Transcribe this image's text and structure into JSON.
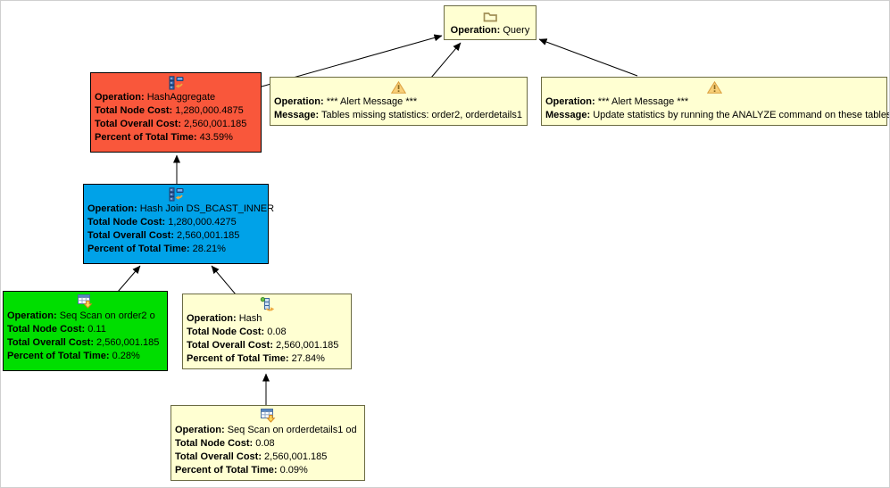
{
  "window": {
    "background": "#ffffff",
    "frame_border": "#cfcfcf",
    "edge_color": "#000000"
  },
  "labels": {
    "operation": "Operation:",
    "node_cost": "Total Node Cost:",
    "overall_cost": "Total Overall Cost:",
    "percent": "Percent of Total Time:",
    "message": "Message:"
  },
  "nodes": {
    "query": {
      "operation": "Query",
      "icon": "folder-icon",
      "fill": "#ffffd2",
      "border": "#6b6b42"
    },
    "alert_missing_stats": {
      "operation": "*** Alert Message ***",
      "message": "Tables missing statistics: order2, orderdetails1",
      "icon": "warning-icon",
      "fill": "#ffffd2",
      "border": "#6b6b42"
    },
    "alert_analyze": {
      "operation": "*** Alert Message ***",
      "message": "Update statistics by running the ANALYZE command on these tables",
      "icon": "warning-icon",
      "fill": "#ffffd2",
      "border": "#6b6b42"
    },
    "hash_aggregate": {
      "operation": "HashAggregate",
      "node_cost": "1,280,000.4875",
      "overall_cost": "2,560,001.185",
      "percent": "43.59%",
      "icon": "hash-aggregate-icon",
      "fill": "#f9573b",
      "border": "#000000"
    },
    "hash_join": {
      "operation": "Hash Join DS_BCAST_INNER",
      "node_cost": "1,280,000.4275",
      "overall_cost": "2,560,001.185",
      "percent": "28.21%",
      "icon": "hash-join-icon",
      "fill": "#00a2e8",
      "border": "#000000"
    },
    "seq_scan_order2": {
      "operation": "Seq Scan on order2 o",
      "node_cost": "0.11",
      "overall_cost": "2,560,001.185",
      "percent": "0.28%",
      "icon": "table-scan-icon",
      "fill": "#00de00",
      "border": "#000000"
    },
    "hash": {
      "operation": "Hash",
      "node_cost": "0.08",
      "overall_cost": "2,560,001.185",
      "percent": "27.84%",
      "icon": "hash-icon",
      "fill": "#ffffd2",
      "border": "#6b6b42"
    },
    "seq_scan_orderdetails1": {
      "operation": "Seq Scan on orderdetails1 od",
      "node_cost": "0.08",
      "overall_cost": "2,560,001.185",
      "percent": "0.09%",
      "icon": "table-scan-icon",
      "fill": "#ffffd2",
      "border": "#6b6b42"
    }
  },
  "edges": [
    {
      "from": "hash_aggregate",
      "to": "query"
    },
    {
      "from": "alert_missing_stats",
      "to": "query"
    },
    {
      "from": "alert_analyze",
      "to": "query"
    },
    {
      "from": "hash_join",
      "to": "hash_aggregate"
    },
    {
      "from": "seq_scan_order2",
      "to": "hash_join"
    },
    {
      "from": "hash",
      "to": "hash_join"
    },
    {
      "from": "seq_scan_orderdetails1",
      "to": "hash"
    }
  ]
}
